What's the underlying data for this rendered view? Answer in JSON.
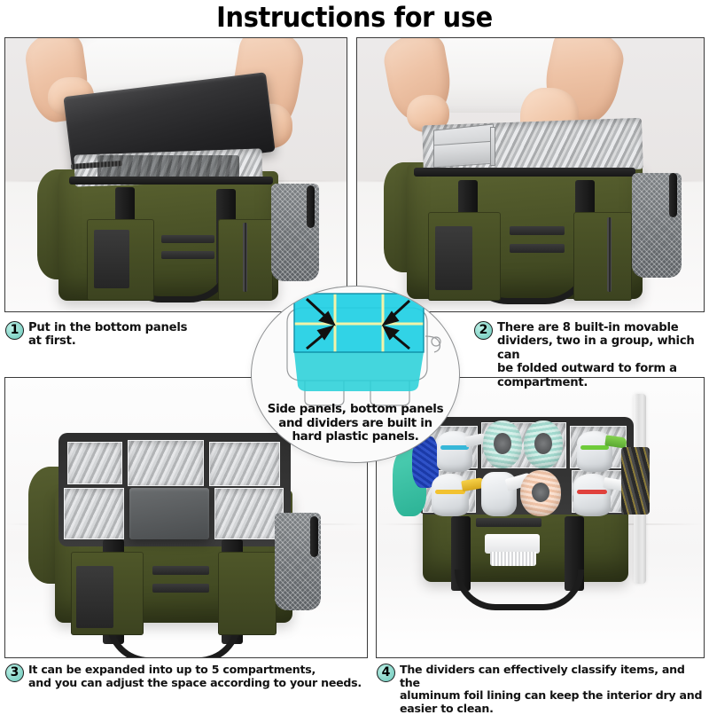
{
  "title": "Instructions for use",
  "steps": [
    {
      "number": "1",
      "text": "Put in the bottom panels\nat first.",
      "image_alt": "Hands placing a hard bottom panel into an olive green tool bag with foil lining"
    },
    {
      "number": "2",
      "text": "There are 8 built-in movable\ndividers, two in a group, which can\nbe folded outward to form a\ncompartment.",
      "image_alt": "Hands folding a movable divider inside the foil lined bag interior"
    },
    {
      "number": "3",
      "text": "It can be expanded into up to 5 compartments,\nand you can adjust the space according to your needs.",
      "image_alt": "Top view of the open bag showing five foil lined compartments"
    },
    {
      "number": "4",
      "text": "The dividers can effectively classify items, and the\naluminum foil lining can keep the interior dry and\neasier to clean.",
      "image_alt": "Bag filled with spray bottles, paper towel rolls, cloths and brushes"
    }
  ],
  "callout": {
    "text": "Side panels, bottom panels\nand dividers are built in\nhard plastic panels.",
    "arrow_count": 4,
    "arrow_label": "arrow-pointing-to-panel"
  },
  "colors": {
    "badge_fill": "#8ed9cd",
    "panel_border": "#3a3a3a",
    "bag_olive": "#4e5629",
    "callout_highlight": "#1ec8e0",
    "foil_silver": "#c9cbcd",
    "title_text": "#000000"
  }
}
